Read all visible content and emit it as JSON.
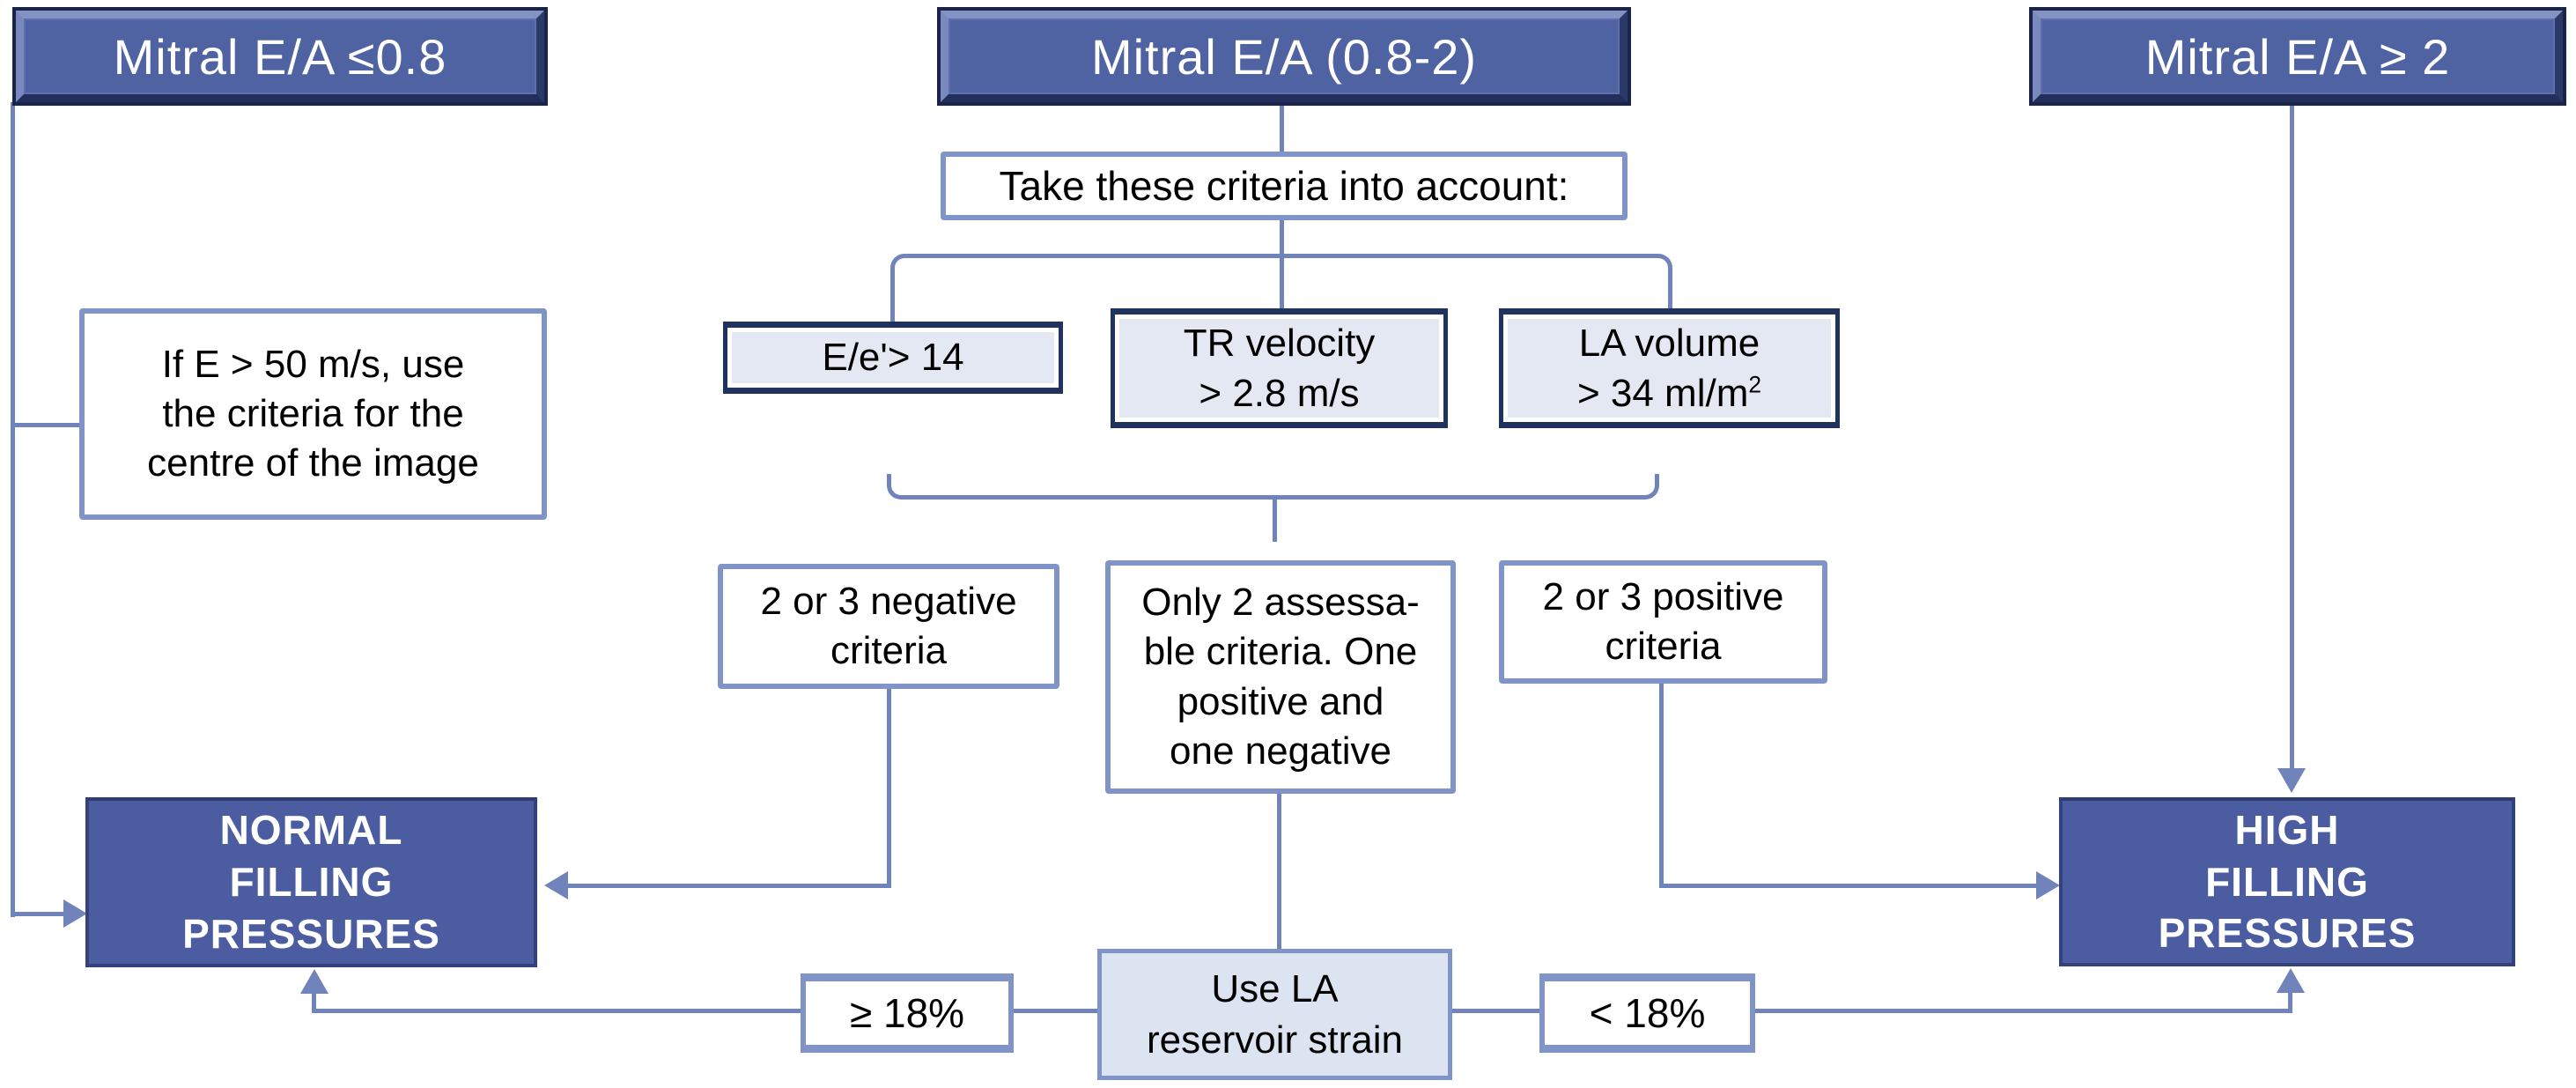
{
  "headers": {
    "left": "Mitral E/A ≤0.8",
    "center": "Mitral E/A (0.8-2)",
    "right": "Mitral E/A ≥ 2"
  },
  "instruction": {
    "text": "Take these criteria into account:"
  },
  "note": {
    "lines": [
      "If E > 50 m/s, use",
      "the criteria for the",
      "centre of the image"
    ]
  },
  "criteria": {
    "e_over_e_prime": {
      "label": "E/e'> 14"
    },
    "tr_velocity": {
      "lines": [
        "TR velocity",
        "> 2.8 m/s"
      ]
    },
    "la_volume": {
      "line1": "LA volume",
      "line2": "> 34 ml/m",
      "sup": "2"
    }
  },
  "outcomes": {
    "negative": {
      "lines": [
        "2 or 3 negative",
        "criteria"
      ]
    },
    "mixed": {
      "lines": [
        "Only 2 assessa-",
        "ble criteria. One",
        "positive and",
        "one negative"
      ]
    },
    "positive": {
      "lines": [
        "2 or 3 positive",
        "criteria"
      ]
    }
  },
  "results": {
    "normal": {
      "lines": [
        "NORMAL",
        "FILLING",
        "PRESSURES"
      ]
    },
    "high": {
      "lines": [
        "HIGH",
        "FILLING",
        "PRESSURES"
      ]
    }
  },
  "strain": {
    "use_la": {
      "lines": [
        "Use LA",
        "reservoir strain"
      ]
    },
    "ge_threshold": "≥ 18%",
    "lt_threshold": "< 18%"
  },
  "colors": {
    "header_fill": "#4f62a1",
    "header_frame_dark": "#1a2448",
    "result_fill": "#4b5da0",
    "connector": "#7083bb",
    "light_box_fill": "#e3e8f2",
    "navy_border": "#20335f",
    "periwinkle_border": "#8194c7",
    "strain_fill": "#dce4f2"
  }
}
